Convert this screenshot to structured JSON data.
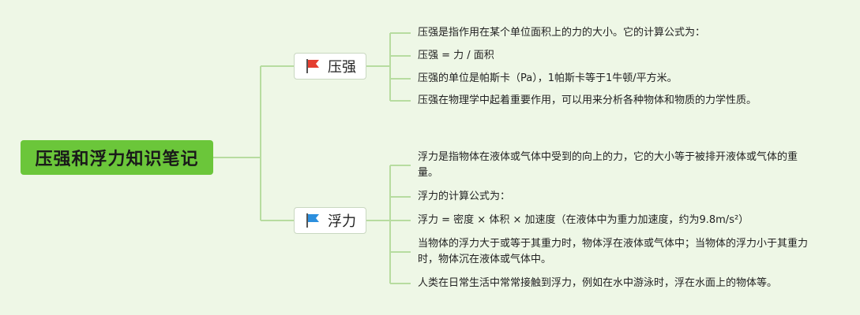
{
  "root": {
    "title": "压强和浮力知识笔记",
    "color": "#6bc63a"
  },
  "branches": [
    {
      "label": "压强",
      "icon": "red-flag-icon",
      "icon_color": "#e43d2f",
      "items": [
        "压强是指作用在某个单位面积上的力的大小。它的计算公式为：",
        "压强 = 力 / 面积",
        "压强的单位是帕斯卡（Pa），1帕斯卡等于1牛顿/平方米。",
        "压强在物理学中起着重要作用，可以用来分析各种物体和物质的力学性质。"
      ]
    },
    {
      "label": "浮力",
      "icon": "blue-flag-icon",
      "icon_color": "#2c8fde",
      "items": [
        "浮力是指物体在液体或气体中受到的向上的力，它的大小等于被排开液体或气体的重量。",
        "浮力的计算公式为：",
        "浮力 = 密度 × 体积 × 加速度（在液体中为重力加速度，约为9.8m/s²）",
        "当物体的浮力大于或等于其重力时，物体浮在液体或气体中；当物体的浮力小于其重力时，物体沉在液体或气体中。",
        "人类在日常生活中常常接触到浮力，例如在水中游泳时，浮在水面上的物体等。"
      ]
    }
  ],
  "colors": {
    "background": "#eef7e6",
    "connector": "#b7dca0"
  }
}
